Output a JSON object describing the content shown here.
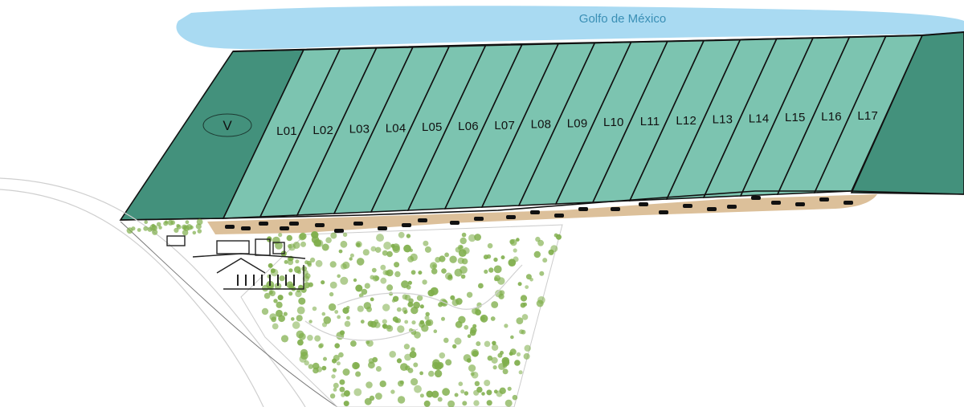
{
  "map": {
    "sea_label": "Golfo de México",
    "zone_label": "V",
    "lots": [
      "L01",
      "L02",
      "L03",
      "L04",
      "L05",
      "L06",
      "L07",
      "L08",
      "L09",
      "L10",
      "L11",
      "L12",
      "L13",
      "L14",
      "L15",
      "L16",
      "L17"
    ],
    "colors": {
      "sea": "#a9daf2",
      "dark_green": "#43917c",
      "lot_green": "#7cc4b0",
      "road": "#dcc09a",
      "tree": "#7fae4b",
      "line": "#111111"
    }
  }
}
